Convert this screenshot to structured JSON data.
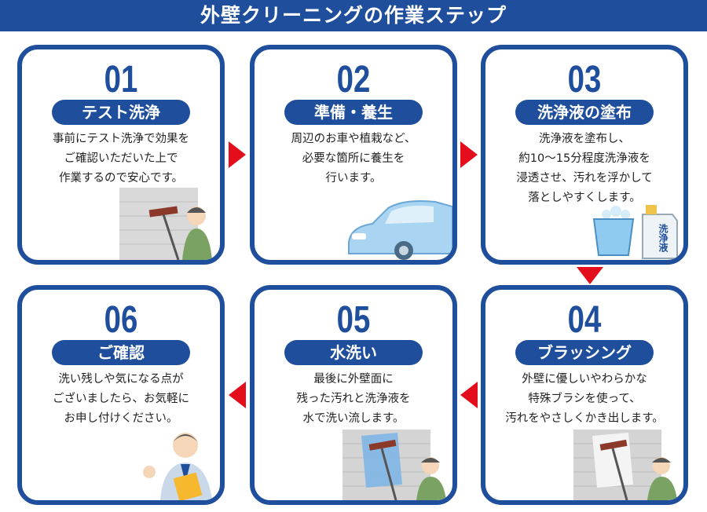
{
  "header": {
    "title": "外壁クリーニングの作業ステップ"
  },
  "steps": [
    {
      "number": "01",
      "title": "テスト洗浄",
      "lines": [
        "事前にテスト洗浄で効果を",
        "ご確認いただいた上で",
        "作業するので安心です。"
      ]
    },
    {
      "number": "02",
      "title": "準備・養生",
      "lines": [
        "周辺のお車や植栽など、",
        "必要な箇所に養生を",
        "行います。"
      ]
    },
    {
      "number": "03",
      "title": "洗浄液の塗布",
      "lines": [
        "洗浄液を塗布し、",
        "約10〜15分程度洗浄液を",
        "浸透させ、汚れを浮かして",
        "落としやすくします。"
      ],
      "bottle_label": "洗浄液"
    },
    {
      "number": "04",
      "title": "ブラッシング",
      "lines": [
        "外壁に優しいやわらかな",
        "特殊ブラシを使って、",
        "汚れをやさしくかき出します。"
      ]
    },
    {
      "number": "05",
      "title": "水洗い",
      "lines": [
        "最後に外壁面に",
        "残った汚れと洗浄液を",
        "水で洗い流します。"
      ]
    },
    {
      "number": "06",
      "title": "ご確認",
      "lines": [
        "洗い残しや気になる点が",
        "ございましたら、お気軽に",
        "お申し付けください。"
      ]
    }
  ],
  "colors": {
    "primary": "#1f4f9c",
    "arrow": "#e30d1b"
  }
}
